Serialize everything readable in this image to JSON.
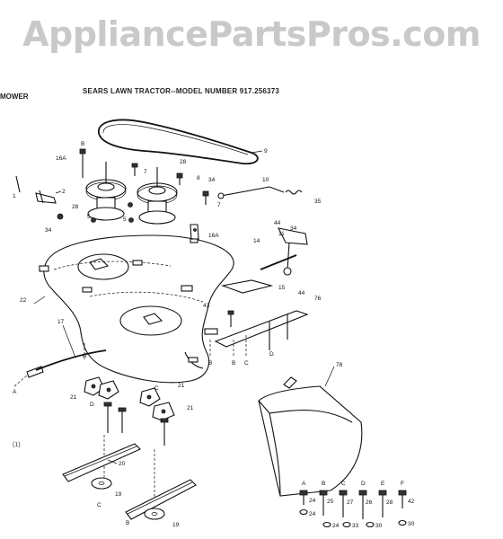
{
  "watermark": "AppliancePartsPros.com",
  "section_label": "MOWER",
  "title": "SEARS LAWN TRACTOR--MODEL NUMBER 917.256373",
  "figure_number": "(1)",
  "callouts": {
    "c1": "1",
    "c2": "2",
    "c9": "9",
    "c10": "10",
    "c11": "11",
    "c14": "14",
    "c15": "15",
    "c16a_left": "16A",
    "c16a_right": "16A",
    "c17": "17",
    "c18": "18",
    "c19_left": "19",
    "c19_right": "19",
    "c20": "20",
    "c21_a": "21",
    "c21_b": "21",
    "c21_c": "21",
    "c22": "22",
    "c24_a": "24",
    "c24_b": "24",
    "c24_c": "24",
    "c25": "25",
    "c26": "26",
    "c27": "27",
    "c28_a": "28",
    "c28_b": "28",
    "c30_a": "30",
    "c30_b": "30",
    "c33": "33",
    "c34_a": "34",
    "c34_b": "34",
    "c35": "35",
    "c42": "42",
    "c43": "43",
    "c44_a": "44",
    "c44_b": "44",
    "c76": "76",
    "c78": "78"
  },
  "letters": {
    "A_top": "A",
    "A_left": "A",
    "B_top": "B",
    "B_left": "B",
    "C_top": "C",
    "C_left": "C",
    "D_top": "D",
    "D_left": "D",
    "E_top": "E",
    "F_top": "F",
    "B_mid1": "B",
    "B_mid2": "B",
    "C_mid": "C",
    "D_mid": "D"
  }
}
